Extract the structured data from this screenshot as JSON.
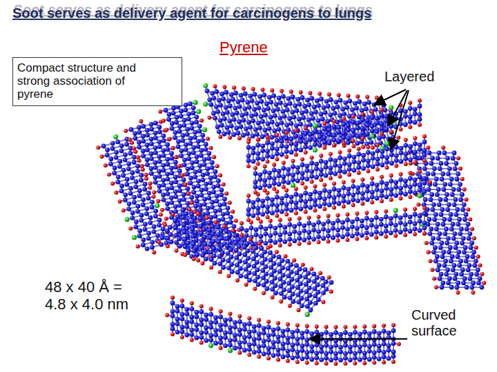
{
  "diagram": {
    "title": "Soot serves as delivery agent for carcinogens to lungs",
    "nodes": [
      {
        "text": [
          "Compact structure and strong association of pyrene"
        ]
      }
    ],
    "labels": [
      "Pyrene",
      "Layered",
      "48 x 40 Å = 4.8 x 4.0 nm",
      "Curved surface"
    ]
  }
}
